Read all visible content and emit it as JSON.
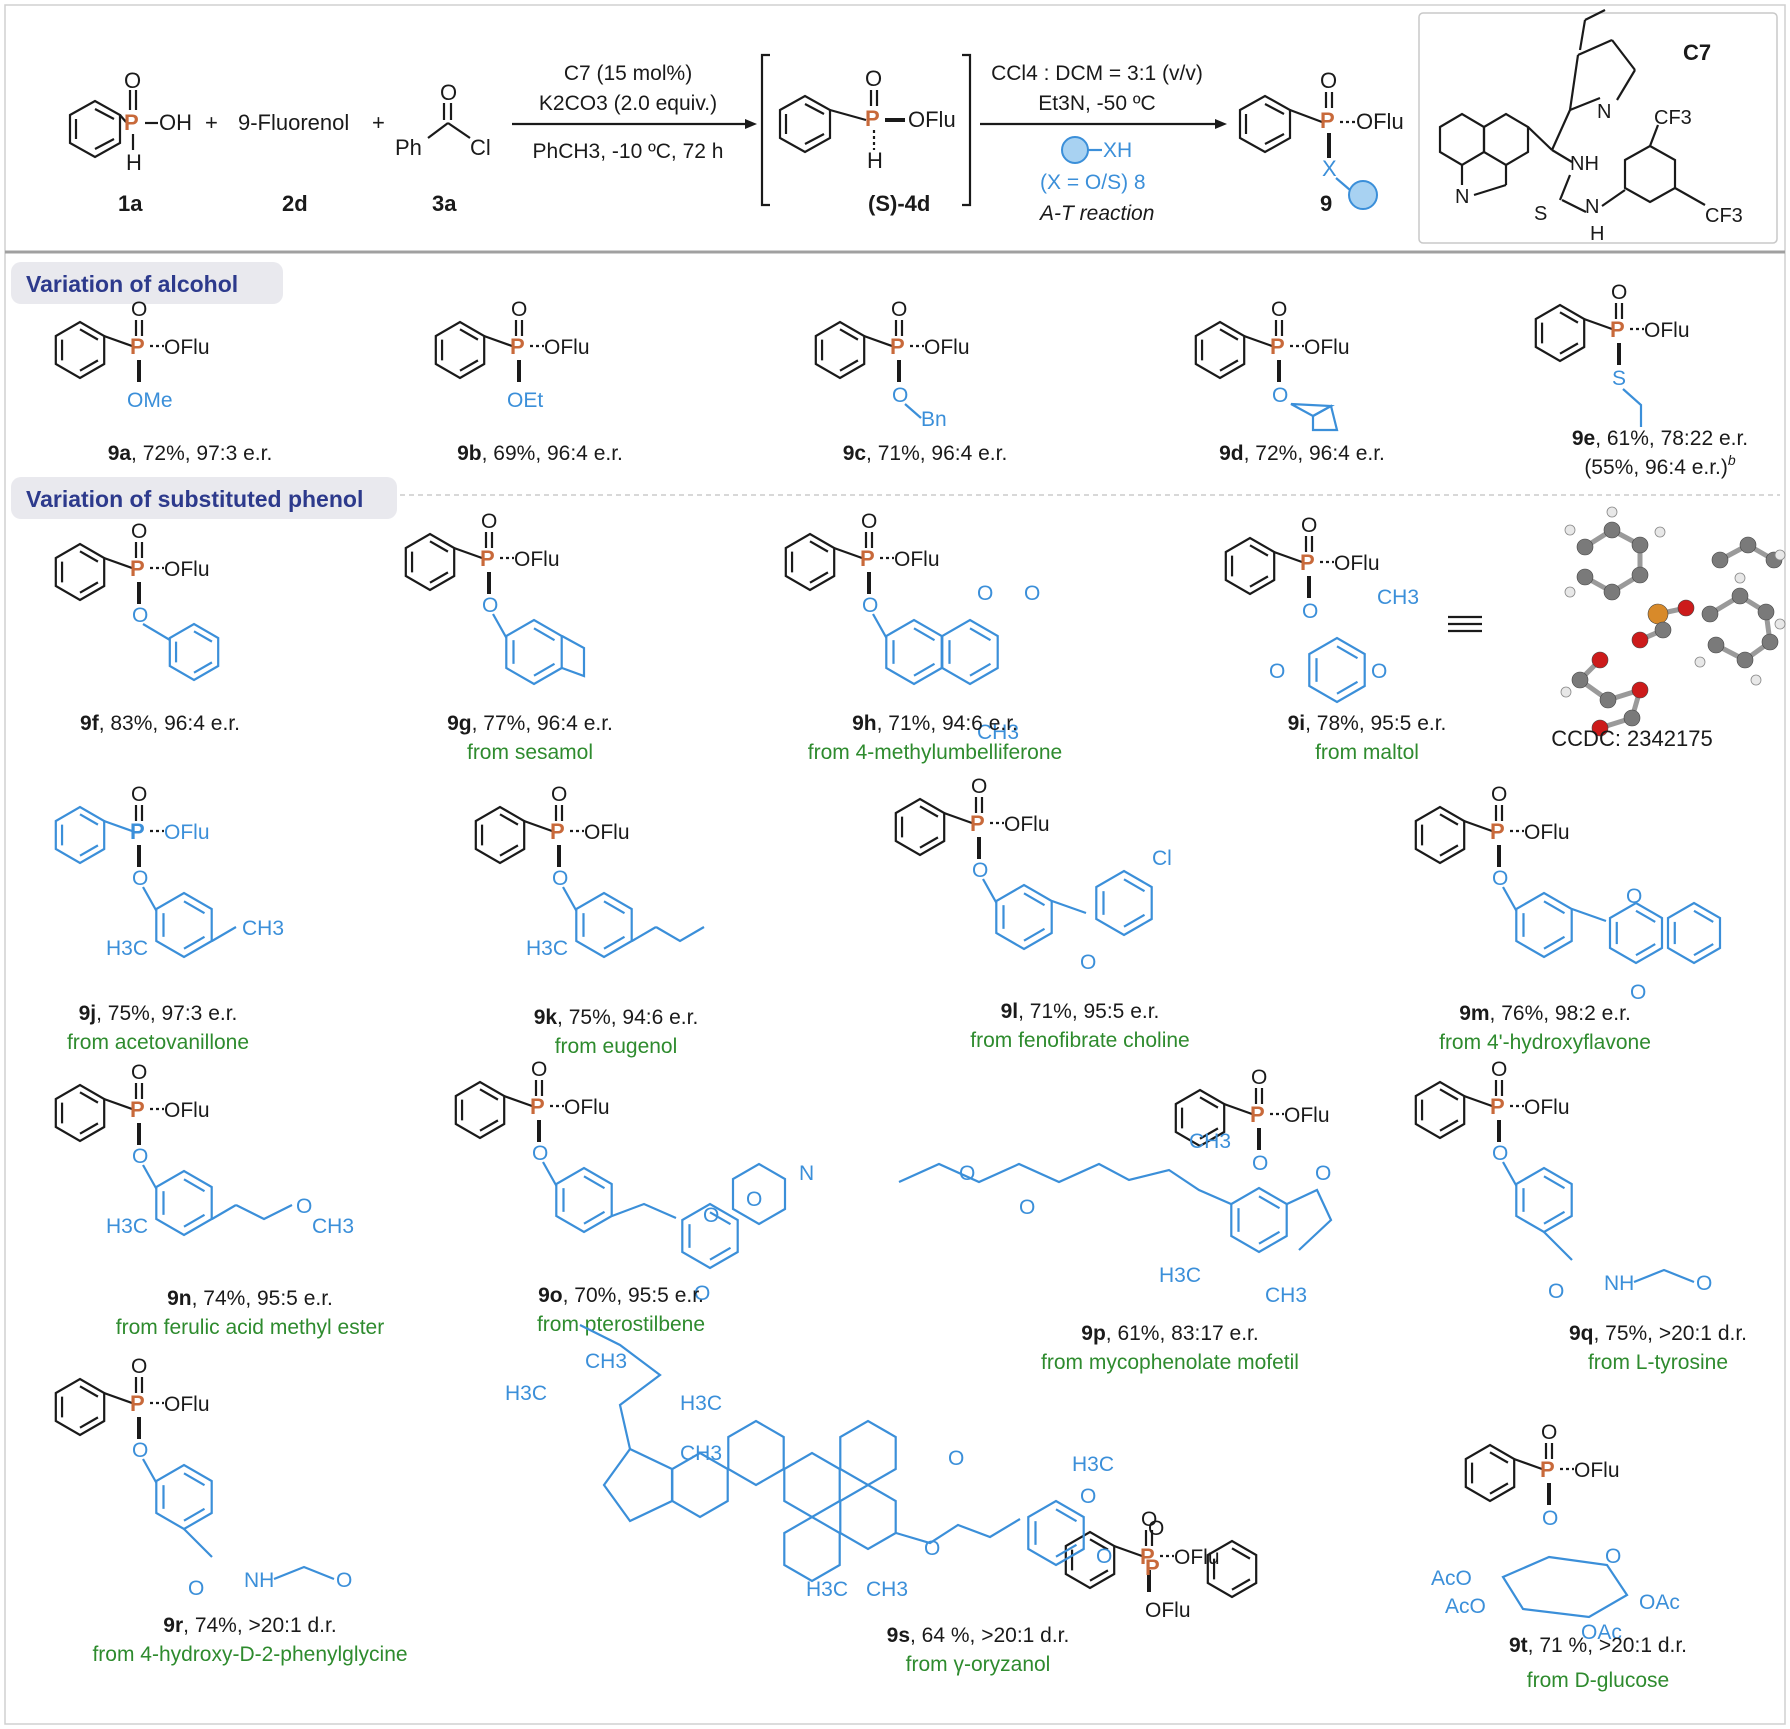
{
  "scheme": {
    "reactants": {
      "r1_label": "1a",
      "r2_name": "9-Fluorenol",
      "r2_label": "2d",
      "r3_label": "3a",
      "plus": "+"
    },
    "step1": {
      "catalyst": "C7 (15 mol%)",
      "base": "K2CO3 (2.0 equiv.)",
      "solvent": "PhCH3, -10 ºC, 72 h"
    },
    "intermediate_label": "(S)-4d",
    "step2": {
      "solvent": "CCl4 : DCM = 3:1 (v/v)",
      "base": "Et3N, -50 ºC",
      "nucleophile": "XH",
      "x_note": "(X = O/S) 8",
      "reaction": "A-T reaction"
    },
    "product_label": "9",
    "catalyst_label": "C7"
  },
  "sections": {
    "alcohol": "Variation of alcohol",
    "phenol": "Variation of substituted phenol"
  },
  "compounds": [
    {
      "id": "9a",
      "text": ", 72%, 97:3 e.r.",
      "sub": "OMe"
    },
    {
      "id": "9b",
      "text": ", 69%, 96:4 e.r.",
      "sub": "OEt"
    },
    {
      "id": "9c",
      "text": ", 71%, 96:4 e.r.",
      "sub": "Bn"
    },
    {
      "id": "9d",
      "text": ", 72%, 96:4 e.r.",
      "sub": ""
    },
    {
      "id": "9e",
      "text": ", 61%, 78:22 e.r.",
      "note": "(55%, 96:4 e.r.)b",
      "sub": "S"
    },
    {
      "id": "9f",
      "text": ", 83%, 96:4 e.r.",
      "source": ""
    },
    {
      "id": "9g",
      "text": ", 77%, 96:4 e.r.",
      "source": "from sesamol"
    },
    {
      "id": "9h",
      "text": ", 71%, 94:6 e.r.",
      "source": "from 4-methylumbelliferone"
    },
    {
      "id": "9i",
      "text": ", 78%, 95:5 e.r.",
      "source": "from maltol"
    },
    {
      "id": "9j",
      "text": ", 75%, 97:3 e.r.",
      "source": "from acetovanillone"
    },
    {
      "id": "9k",
      "text": ", 75%, 94:6 e.r.",
      "source": "from eugenol"
    },
    {
      "id": "9l",
      "text": ", 71%, 95:5 e.r.",
      "source": "from fenofibrate choline"
    },
    {
      "id": "9m",
      "text": ", 76%, 98:2 e.r.",
      "source": "from 4'-hydroxyflavone"
    },
    {
      "id": "9n",
      "text": ", 74%, 95:5 e.r.",
      "source": "from ferulic acid methyl ester"
    },
    {
      "id": "9o",
      "text": ", 70%, 95:5 e.r.",
      "source": "from pterostilbene"
    },
    {
      "id": "9p",
      "text": ", 61%, 83:17 e.r.",
      "source": "from mycophenolate mofetil"
    },
    {
      "id": "9q",
      "text": ", 75%, >20:1 d.r.",
      "source": "from L-tyrosine"
    },
    {
      "id": "9r",
      "text": ", 74%, >20:1 d.r.",
      "source": "from 4-hydroxy-D-2-phenylglycine"
    },
    {
      "id": "9s",
      "text": ", 64 %, >20:1 d.r.",
      "source": "from γ-oryzanol"
    },
    {
      "id": "9t",
      "text": ", 71 %, >20:1 d.r.",
      "source": "from D-glucose"
    }
  ],
  "ccdc": "CCDC: 2342175",
  "labels": {
    "P": "P",
    "O": "O",
    "OFlu": "OFlu",
    "OH": "OH",
    "H": "H",
    "Ph": "Ph",
    "Cl": "Cl",
    "X": "X",
    "N": "N",
    "NH": "NH",
    "S": "S",
    "CF3": "CF3",
    "CH3": "CH3",
    "H3C": "H3C",
    "OAc": "OAc",
    "AcO": "AcO",
    "Bn": "Bn"
  },
  "colors": {
    "phosphorus": "#c8693a",
    "substituent": "#3b8fd9",
    "source_text": "#2e8b2e",
    "section_bg": "#e9e9ee",
    "section_text": "#2d3a8c"
  }
}
